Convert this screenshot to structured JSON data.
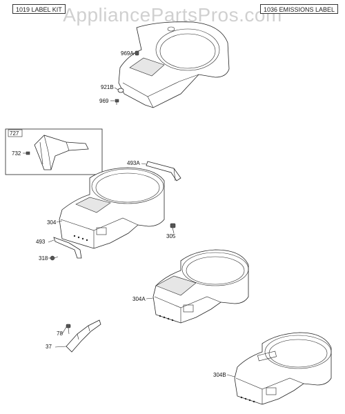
{
  "watermark": "AppliancePartsPros.com",
  "label_boxes": {
    "left": "1019 LABEL KIT",
    "right": "1036 EMISSIONS LABEL"
  },
  "inset": {
    "title": "727"
  },
  "parts": {
    "p969A": "969A",
    "p921B": "921B",
    "p969": "969",
    "p732": "732",
    "p493A": "493A",
    "p304": "304",
    "p493": "493",
    "p305": "305",
    "p318": "318",
    "p304A": "304A",
    "p78": "78",
    "p37": "37",
    "p304B": "304B"
  }
}
